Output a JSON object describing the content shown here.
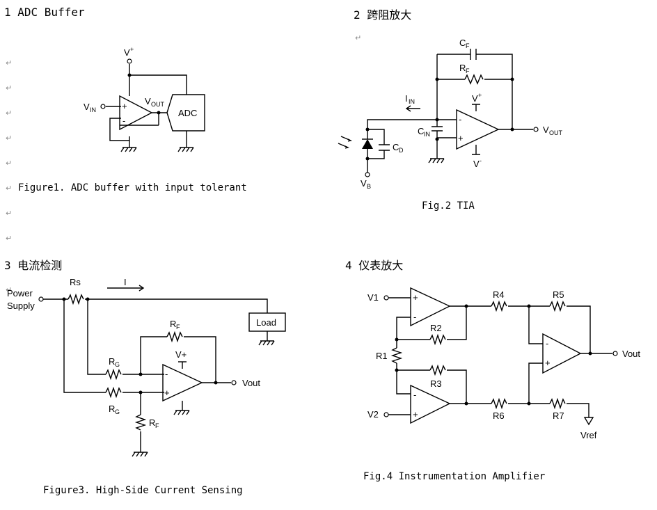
{
  "sections": [
    {
      "heading": "1 ADC Buffer",
      "caption": "Figure1. ADC buffer with input tolerant"
    },
    {
      "heading": "2 跨阻放大",
      "caption": "Fig.2 TIA"
    },
    {
      "heading": "3 电流检测",
      "caption": "Figure3. High-Side Current Sensing"
    },
    {
      "heading": "4 仪表放大",
      "caption": "Fig.4 Instrumentation Amplifier"
    }
  ],
  "return_mark": "↵",
  "fig1": {
    "vplus": "V",
    "vplus_sup": "+",
    "vin": "V",
    "vin_sub": "IN",
    "vout": "V",
    "vout_sub": "OUT",
    "adc": "ADC",
    "plus": "+",
    "minus": "-"
  },
  "fig2": {
    "cf": "C",
    "cf_sub": "F",
    "rf": "R",
    "rf_sub": "F",
    "iin": "I",
    "iin_sub": "IN",
    "cin": "C",
    "cin_sub": "IN",
    "cd": "C",
    "cd_sub": "D",
    "vb": "V",
    "vb_sub": "B",
    "vplus": "V",
    "vplus_sup": "+",
    "vminus": "V",
    "vminus_sup": "-",
    "vout": "V",
    "vout_sub": "OUT",
    "plus": "+",
    "minus": "-"
  },
  "fig3": {
    "power1": "Power",
    "power2": "Supply",
    "rs": "Rs",
    "i": "I",
    "load": "Load",
    "rf": "R",
    "rf_sub": "F",
    "rg": "R",
    "rg_sub": "G",
    "vplus": "V+",
    "vout": "Vout",
    "plus": "+",
    "minus": "-"
  },
  "fig4": {
    "v1": "V1",
    "v2": "V2",
    "r1": "R1",
    "r2": "R2",
    "r3": "R3",
    "r4": "R4",
    "r5": "R5",
    "r6": "R6",
    "r7": "R7",
    "vout": "Vout",
    "vref": "Vref",
    "plus": "+",
    "minus": "-"
  }
}
